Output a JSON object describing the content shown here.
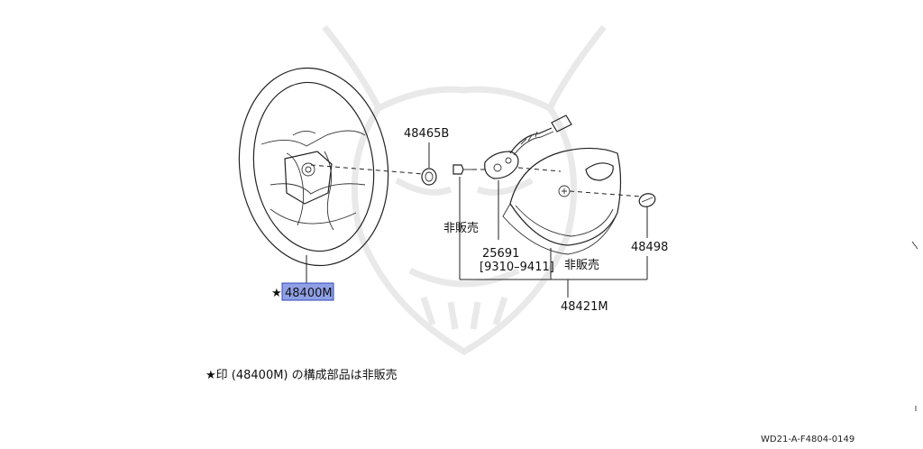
{
  "parts": {
    "steering_wheel": "48400M",
    "nut": "48465B",
    "horn_pad_assembly": "48421M",
    "emblem": "48498",
    "spiral_cable": "25691",
    "spiral_cable_range": "[9310–9411]"
  },
  "labels": {
    "star": "★",
    "not_sold_1": "非販売",
    "not_sold_2": "非販売"
  },
  "footnote": "★印 (48400M) の構成部品は非販売",
  "diagram_code": "WD21-A-F4804-0149",
  "colors": {
    "highlight_fill": "#8fa0e6",
    "highlight_border": "#3048b8",
    "line": "#222222",
    "watermark": "#e9e9e9"
  }
}
